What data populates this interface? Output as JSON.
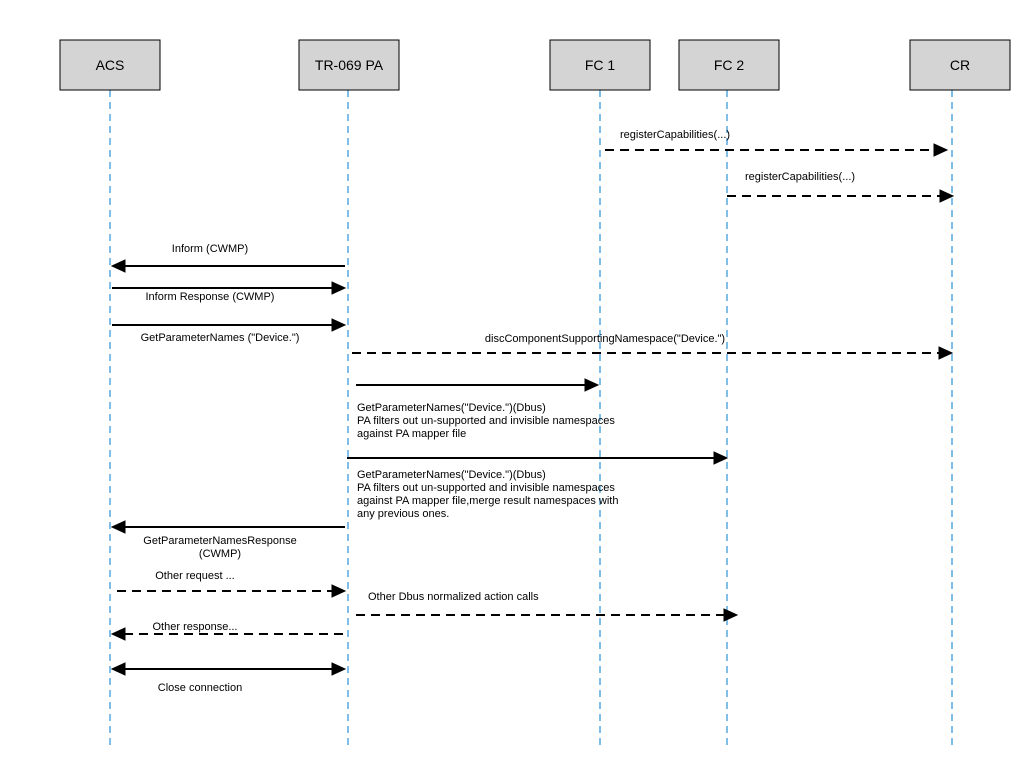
{
  "actors": [
    {
      "id": "acs",
      "label": "ACS"
    },
    {
      "id": "pa",
      "label": "TR-069 PA"
    },
    {
      "id": "fc1",
      "label": "FC 1"
    },
    {
      "id": "fc2",
      "label": "FC 2"
    },
    {
      "id": "cr",
      "label": "CR"
    }
  ],
  "messages": [
    {
      "from": "fc1",
      "to": "cr",
      "style": "dashed",
      "label_lines": [
        "registerCapabilities(...)"
      ]
    },
    {
      "from": "fc2",
      "to": "cr",
      "style": "dashed",
      "label_lines": [
        "registerCapabilities(...)"
      ]
    },
    {
      "from": "pa",
      "to": "acs",
      "style": "solid",
      "label_lines": [
        "Inform (CWMP)"
      ]
    },
    {
      "from": "acs",
      "to": "pa",
      "style": "solid",
      "label_lines": [
        "Inform Response (CWMP)"
      ]
    },
    {
      "from": "acs",
      "to": "pa",
      "style": "solid",
      "label_lines": [
        "GetParameterNames (\"Device.\")"
      ]
    },
    {
      "from": "pa",
      "to": "cr",
      "style": "dashed",
      "label_lines": [
        "discComponentSupportingNamespace(\"Device.\")"
      ]
    },
    {
      "from": "pa",
      "to": "fc1",
      "style": "solid",
      "label_lines": [
        "GetParameterNames(\"Device.\")(Dbus)",
        "PA filters out un-supported and invisible namespaces",
        "against PA mapper file"
      ]
    },
    {
      "from": "pa",
      "to": "fc2",
      "style": "solid",
      "label_lines": [
        "GetParameterNames(\"Device.\")(Dbus)",
        "PA filters out un-supported and invisible namespaces",
        "against PA mapper file,merge result namespaces with",
        "any previous ones."
      ]
    },
    {
      "from": "pa",
      "to": "acs",
      "style": "solid",
      "label_lines": [
        "GetParameterNamesResponse",
        "(CWMP)"
      ]
    },
    {
      "from": "acs",
      "to": "pa",
      "style": "dashed",
      "label_lines": [
        "Other request ..."
      ]
    },
    {
      "from": "pa",
      "to": "fc2",
      "style": "dashed",
      "label_lines": [
        "Other Dbus normalized action calls"
      ]
    },
    {
      "from": "pa",
      "to": "acs",
      "style": "dashed",
      "label_lines": [
        "Other response..."
      ]
    },
    {
      "from": "acs",
      "to": "pa",
      "style": "bidirectional",
      "label_lines": [
        "Close connection"
      ]
    }
  ]
}
